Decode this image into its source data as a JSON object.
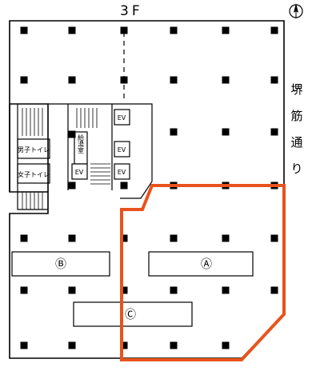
{
  "header": {
    "floor_label": "3F"
  },
  "street_label": "堺筋通り",
  "street_chars": [
    "堺",
    "筋",
    "通",
    "り"
  ],
  "rooms": {
    "mens_toilet": "男子トイレ",
    "womens_toilet": "女子トイレ",
    "kitchen": "給湯室",
    "ev": "EV"
  },
  "zones": {
    "a": "Ⓐ",
    "b": "Ⓑ",
    "c": "Ⓒ"
  },
  "colors": {
    "highlight": "#e8531c",
    "wall": "#000000",
    "column": "#000000"
  },
  "icons": {
    "compass": "north-arrow-icon"
  }
}
